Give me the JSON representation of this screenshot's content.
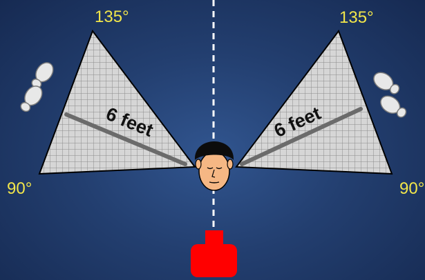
{
  "angles": {
    "top_left": "135°",
    "top_right": "135°",
    "bottom_left": "90°",
    "bottom_right": "90°"
  },
  "distance_labels": {
    "left": "6 feet",
    "right": "6 feet"
  },
  "colors": {
    "background": "#233f70",
    "angle_text": "#f2e64a",
    "zone_fill": "#d6d6d6",
    "grid_line": "#8a8a8a",
    "distance_line": "#6b6b6b",
    "center_line": "#ffffff",
    "face": "#f5b784",
    "hair": "#0c0c0c",
    "speaker": "#ff0000",
    "footprint": "#e8e8e8"
  },
  "icons": [
    "footprints-icon",
    "footprints-icon",
    "head-icon",
    "speaker-icon"
  ]
}
